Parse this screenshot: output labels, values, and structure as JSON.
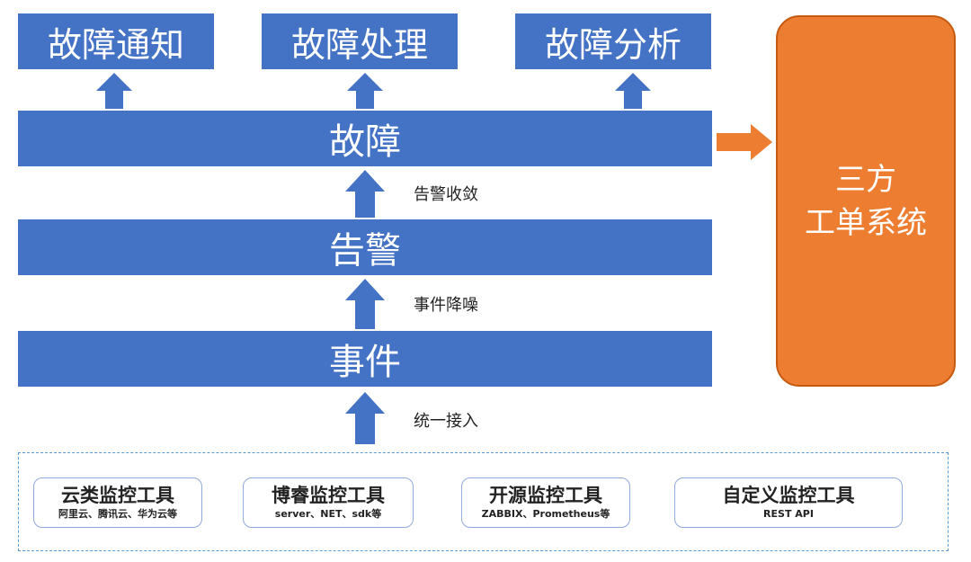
{
  "top_boxes": [
    "故障通知",
    "故障处理",
    "故障分析"
  ],
  "bars": {
    "fault": "故障",
    "alert": "告警",
    "event": "事件"
  },
  "side_labels": {
    "converge": "告警收敛",
    "denoise": "事件降噪",
    "ingest": "统一接入"
  },
  "third_party": {
    "line1": "三方",
    "line2": "工单系统"
  },
  "tools": [
    {
      "title": "云类监控工具",
      "subtitle": "阿里云、腾讯云、华为云等"
    },
    {
      "title": "博睿监控工具",
      "subtitle": "server、NET、sdk等"
    },
    {
      "title": "开源监控工具",
      "subtitle": "ZABBIX、Prometheus等"
    },
    {
      "title": "自定义监控工具",
      "subtitle": "REST API"
    }
  ],
  "colors": {
    "blue": "#4472C4",
    "orange": "#ED7D31",
    "dashed": "#5B9BD5"
  }
}
